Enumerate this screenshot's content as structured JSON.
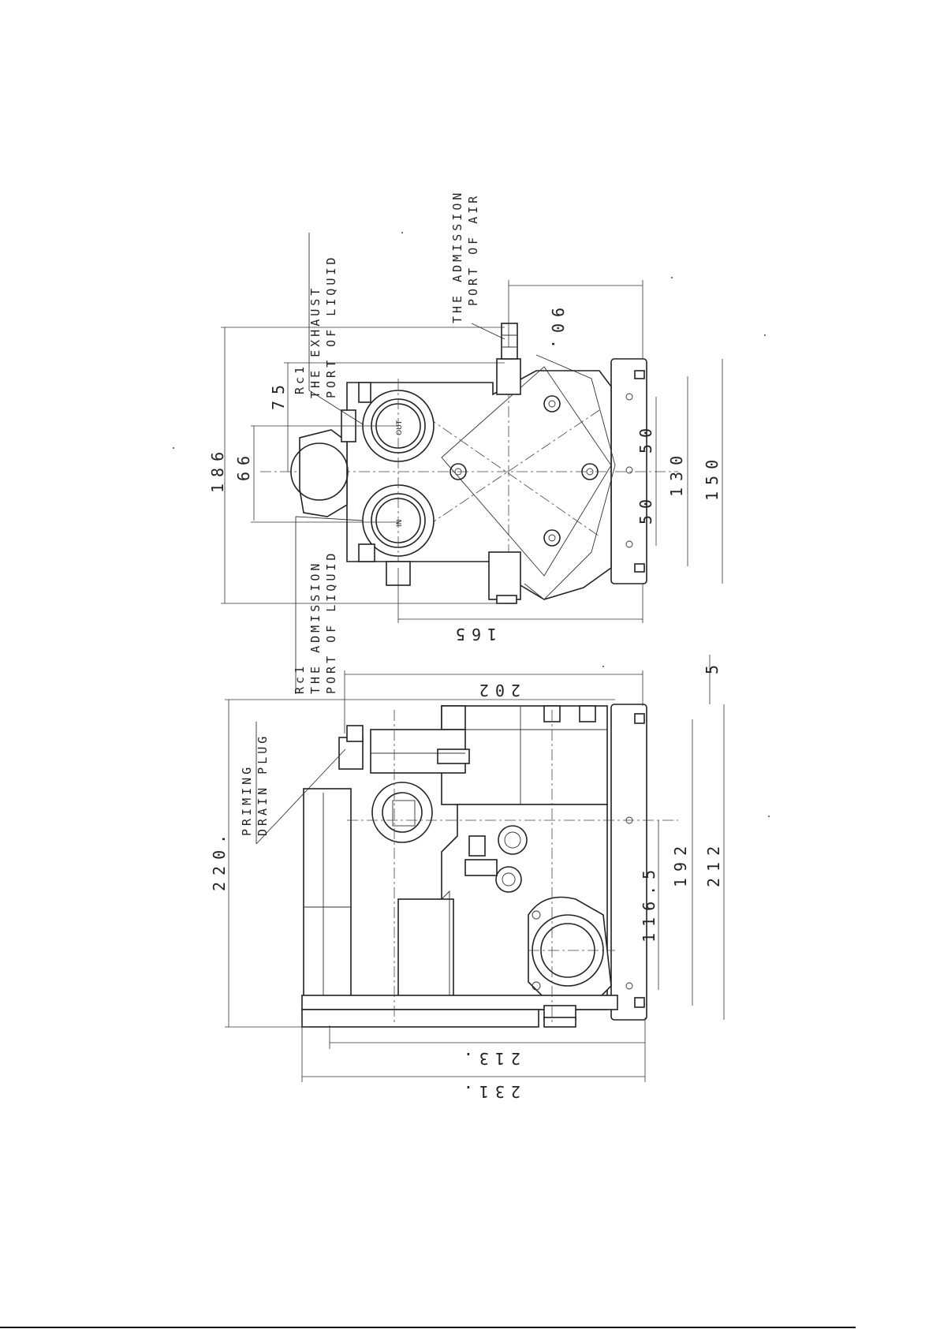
{
  "labels": {
    "admission_air_1": "THE ADMISSION",
    "admission_air_2": "PORT OF AIR",
    "rc1_top": "Rc1",
    "exhaust_1": "THE EXHAUST",
    "exhaust_2": "PORT OF LIQUID",
    "rc1_bottom": "Rc1",
    "admission_liquid_1": "THE ADMISSION",
    "admission_liquid_2": "PORT OF LIQUID",
    "priming_1": "PRIMING",
    "priming_2": "DRAIN PLUG",
    "out_port": "OUT",
    "in_port": "IN"
  },
  "dimensions": {
    "d186": "186",
    "d66": "66",
    "d75": "75",
    "d90": "90.",
    "d50a": "50",
    "d50b": "50",
    "d130": "130",
    "d150": "150",
    "d165": "165",
    "d5": "5",
    "d202": "202",
    "d220": "220.",
    "d192": "192",
    "d212": "212",
    "d116_5": "116.5",
    "d213": "213.",
    "d231": "231."
  }
}
